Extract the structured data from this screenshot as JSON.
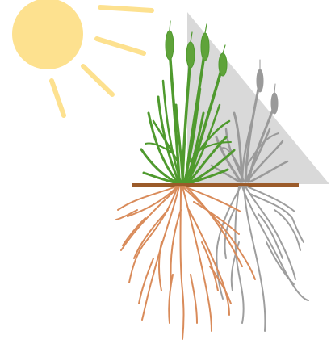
{
  "scene": {
    "description_icons": [
      "sun-icon",
      "sun-ray-icon",
      "shadow-triangle",
      "wheat-plant-green",
      "wheat-plant-shadow",
      "soil-line",
      "root-system-orange",
      "root-system-gray"
    ],
    "colors": {
      "sun": "#fde18f",
      "shadow": "#d9d9d9",
      "plant_green": "#4f9a2e",
      "plant_green_dark": "#3f7f24",
      "plant_gray": "#9a9a9a",
      "soil": "#9b5b2a",
      "roots_orange": "#d98b5a",
      "roots_gray": "#9e9e9e"
    }
  }
}
